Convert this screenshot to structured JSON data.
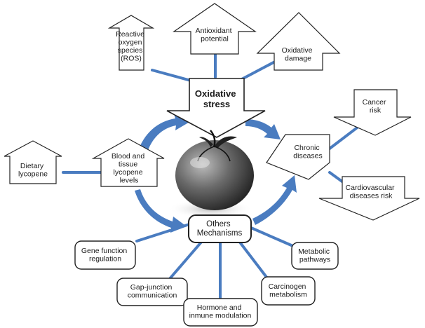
{
  "nodes": {
    "ros": [
      "Reactive",
      "oxygen",
      "species",
      "(ROS)"
    ],
    "antioxidant": [
      "Antioxidant",
      "potential"
    ],
    "oxidative_damage": [
      "Oxidative",
      "damage"
    ],
    "oxidative_stress": [
      "Oxidative",
      "stress"
    ],
    "cancer_risk": [
      "Cancer",
      "risk"
    ],
    "chronic_diseases": [
      "Chronic",
      "diseases"
    ],
    "cardiovascular": [
      "Cardiovascular",
      "diseases risk"
    ],
    "dietary_lycopene": [
      "Dietary",
      "lycopene"
    ],
    "blood_tissue": [
      "Blood and",
      "tissue",
      "lycopene",
      "levels"
    ],
    "others": [
      "Others",
      "Mechanisms"
    ],
    "gene_function": [
      "Gene function",
      "regulation"
    ],
    "metabolic": [
      "Metabolic",
      "pathways"
    ],
    "gap_junction": [
      "Gap-junction",
      "communication"
    ],
    "carcinogen": [
      "Carcinogen",
      "metabolism"
    ],
    "hormone": [
      "Hormone and",
      "inmune modulation"
    ]
  },
  "image": {
    "name": "tomato"
  },
  "colors": {
    "connector": "#4a7cc0",
    "outline": "#222222"
  }
}
